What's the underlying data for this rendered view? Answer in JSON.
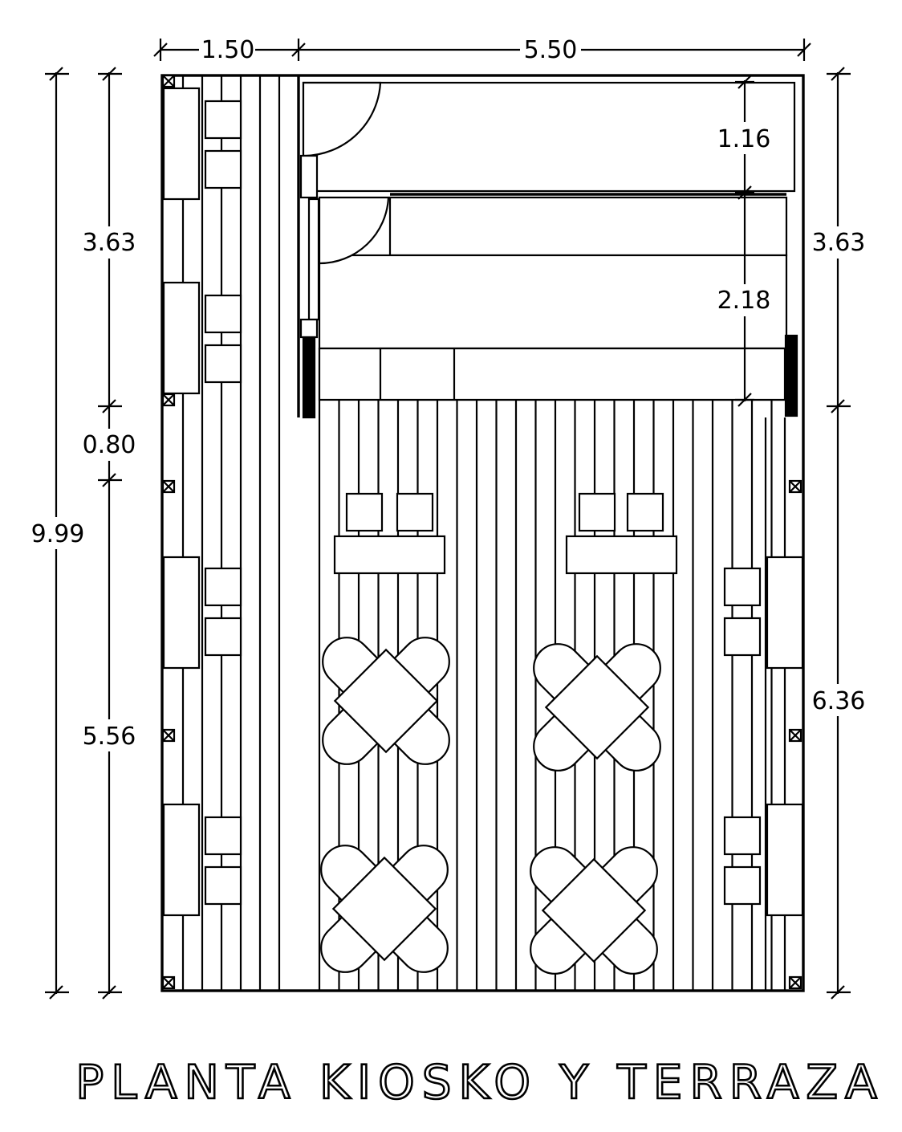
{
  "title": "PLANTA KIOSKO Y TERRAZA",
  "dimensions": {
    "top_left_width": "1.50",
    "top_right_width": "5.50",
    "left_total": "9.99",
    "left_upper": "3.63",
    "left_middle": "0.80",
    "left_lower": "5.56",
    "right_upper": "3.63",
    "right_lower": "6.36",
    "inner_upper": "1.16",
    "inner_lower": "2.18"
  }
}
